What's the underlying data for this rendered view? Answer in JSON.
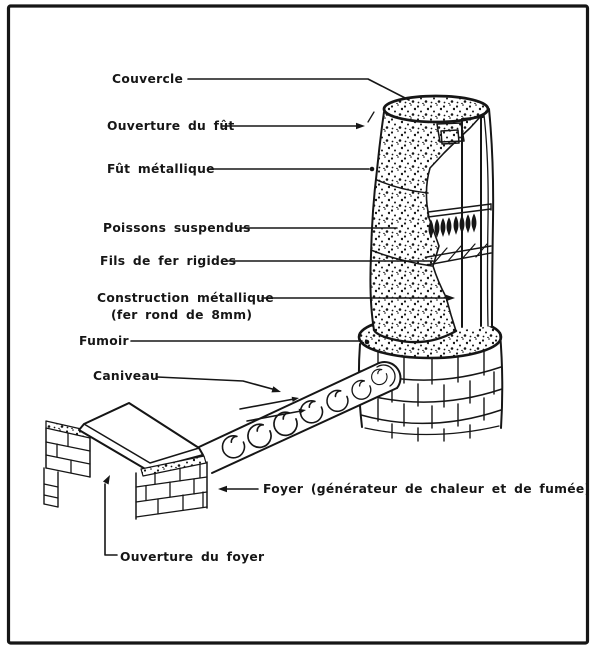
{
  "palette": {
    "paper": "#ffffff",
    "ink": "#161616"
  },
  "figure": {
    "labels": {
      "couvercle": "Couvercle",
      "ouverture_fut": "Ouverture du fût",
      "fut_metallique": "Fût métallique",
      "poissons_suspendus": "Poissons suspendus",
      "fils_de_fer": "Fils de fer rigides",
      "construction_metallique": "Construction métallique",
      "construction_metallique_detail": "(fer rond de 8mm)",
      "fumoir": "Fumoir",
      "caniveau": "Caniveau",
      "foyer": "Foyer (générateur de chaleur et de fumée)",
      "ouverture_foyer": "Ouverture du foyer"
    }
  }
}
